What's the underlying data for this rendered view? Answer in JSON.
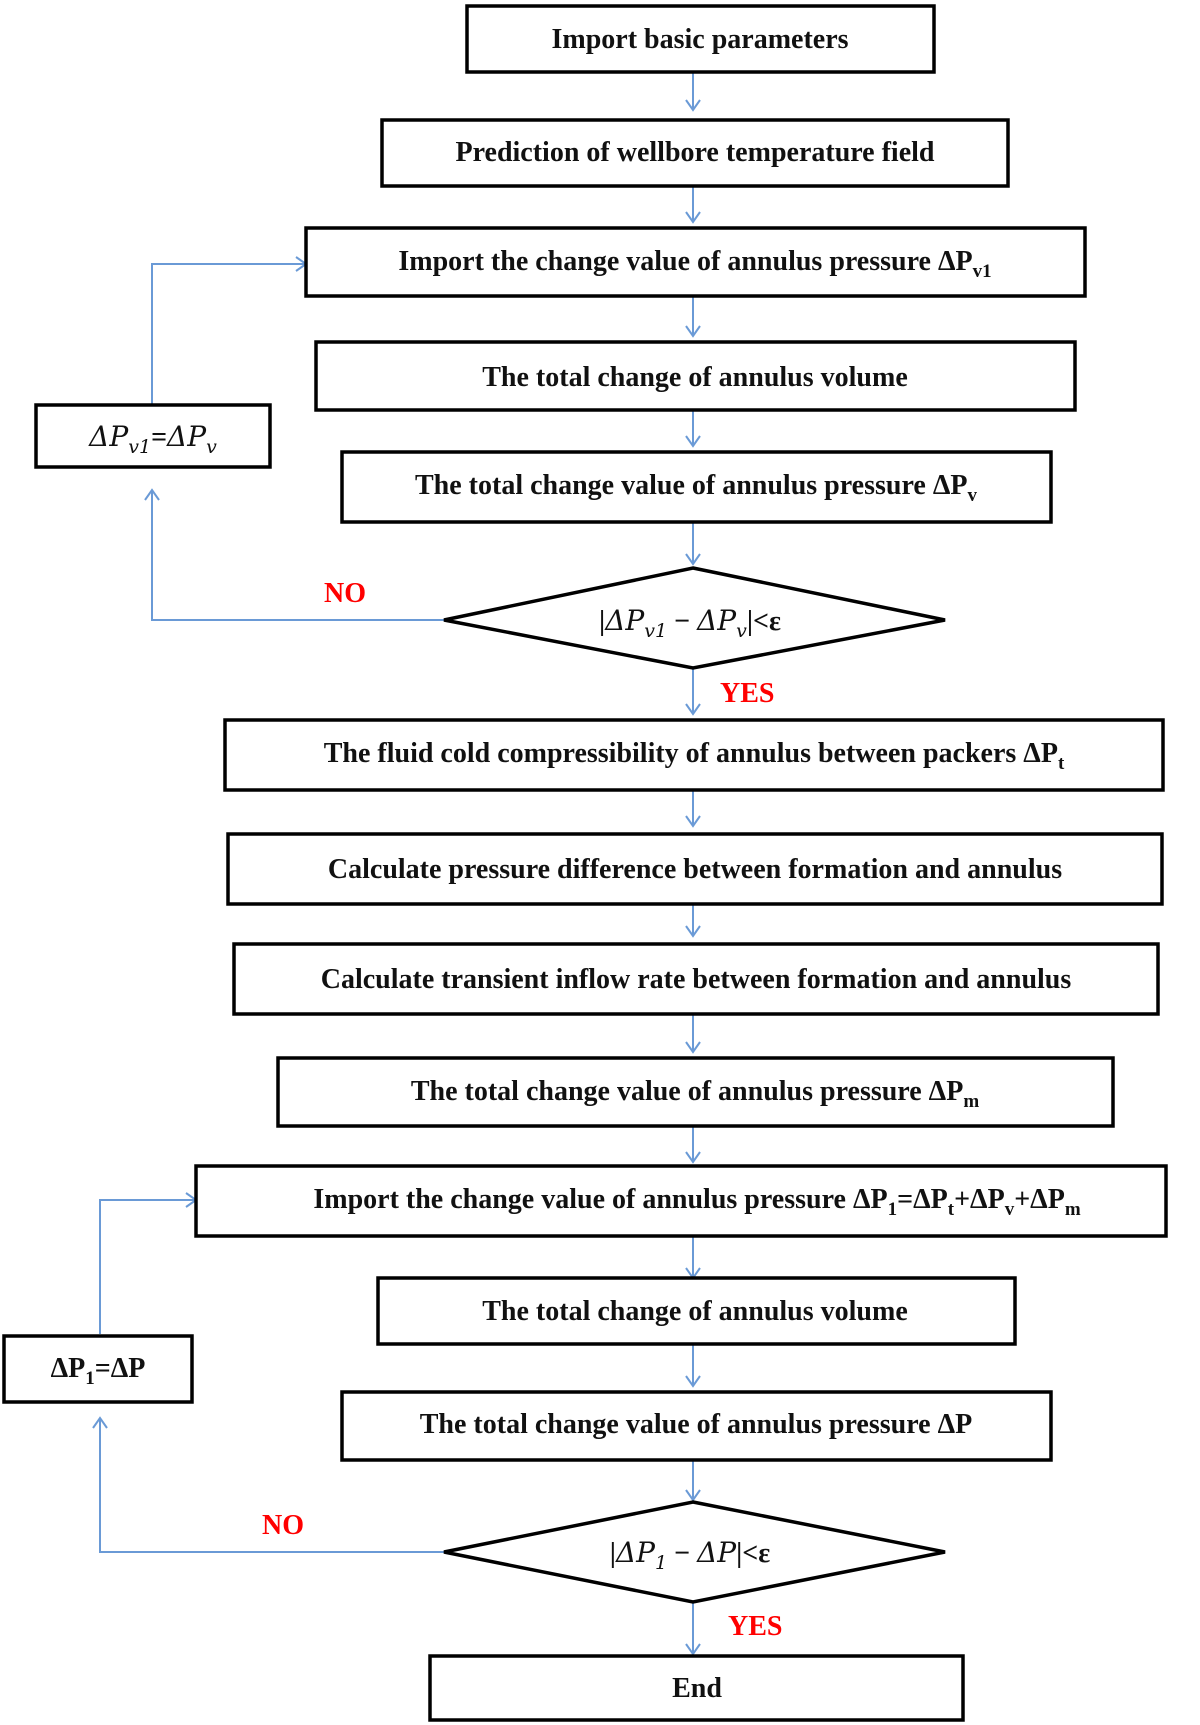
{
  "nodes": {
    "n1": "Import basic parameters",
    "n2": "Prediction of wellbore temperature field",
    "n3": "Import the change value of annulus pressure",
    "n3_sym": "ΔP",
    "n3_sub": "v1",
    "n4": "The total change of annulus  volume",
    "n5": "The total change value of annulus pressure",
    "n5_sym": "ΔP",
    "n5_sub": "v",
    "n6_prefix": "The fluid cold compressibility of annulus between packers",
    "n6_sym": "ΔP",
    "n6_sub": "t",
    "n7": "Calculate pressure difference between  formation and annulus",
    "n8": "Calculate transient inflow rate between  formation and annulus",
    "n9": "The total change value of annulus pressure",
    "n9_sym": "ΔP",
    "n9_sub": "m",
    "n10": "Import the change value of annulus pressure",
    "n10_formula": {
      "a": "ΔP",
      "a_sub": "1",
      "eq": "=ΔP",
      "b_sub": "t",
      "plus1": "+ΔP",
      "c_sub": "v",
      "plus2": "+ΔP",
      "d_sub": "m"
    },
    "n11": "The total change of annulus volume",
    "n12": "The total change value of annulus pressure",
    "n12_sym": "ΔP",
    "end": "End"
  },
  "decisions": {
    "d1": {
      "bar_l": "|",
      "a": "ΔP",
      "a_sub": "v1",
      "minus": " − ",
      "b": "ΔP",
      "b_sub": "v",
      "bar_r": "|",
      "cond": "<ε"
    },
    "d2": {
      "bar_l": "|",
      "a": "ΔP",
      "a_sub": "1",
      "minus": " − ",
      "b": "ΔP",
      "bar_r": "|",
      "cond": "<ε"
    }
  },
  "side_boxes": {
    "s1": {
      "a": "ΔP",
      "a_sub": "v1",
      "eq": "=",
      "b": "ΔP",
      "b_sub": "v"
    },
    "s2": {
      "a": "ΔP",
      "a_sub": "1",
      "eq": "=ΔP"
    }
  },
  "labels": {
    "no1": "NO",
    "yes1": "YES",
    "no2": "NO",
    "yes2": "YES"
  },
  "colors": {
    "edge": "#6a9ad6",
    "label": "#ff0000",
    "box_stroke": "#000000"
  }
}
